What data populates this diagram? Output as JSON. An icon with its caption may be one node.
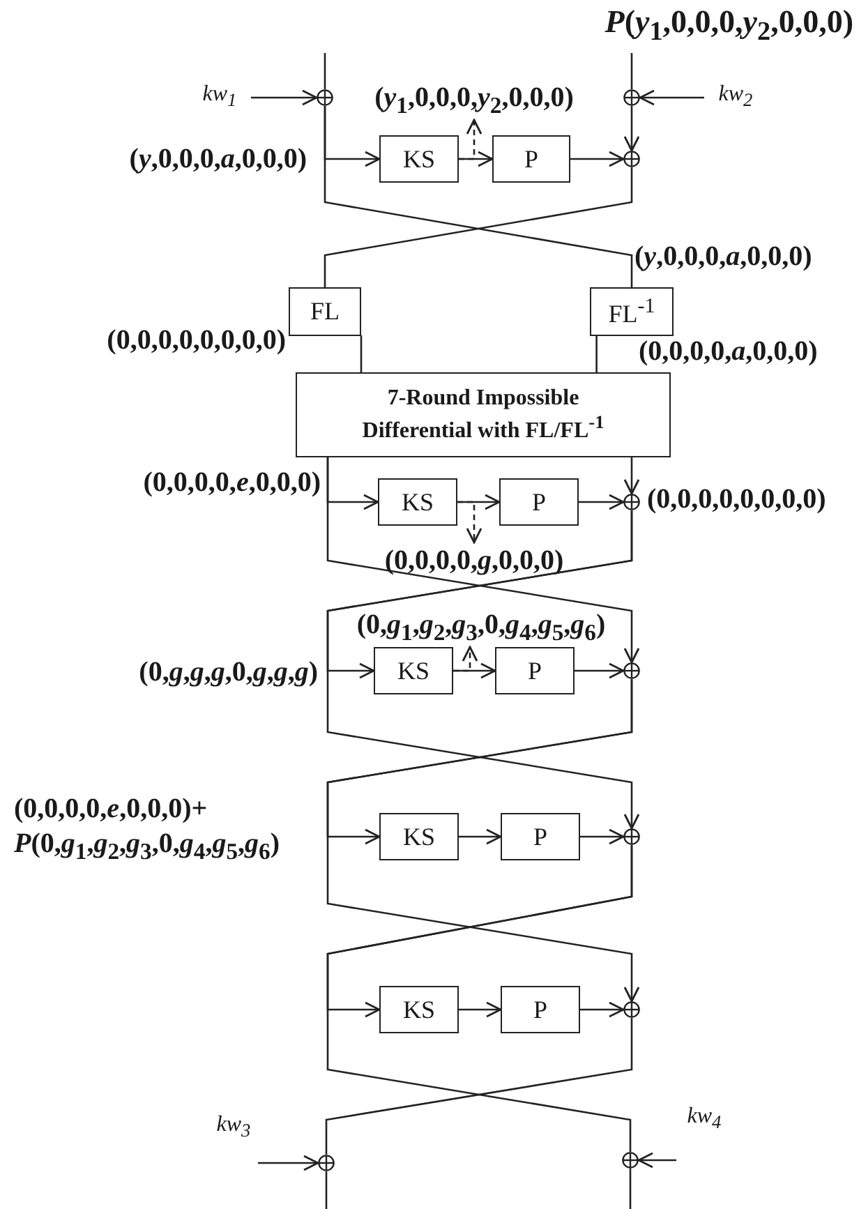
{
  "diagram": {
    "nodes": [
      {
        "text": [
          "kw$_{1}$"
        ]
      },
      {
        "text": [],
        "shape": "circle"
      },
      {
        "text": [
          "(*y*$_{1}$,0,0,0,*y*$_{2}$,0,0,0)"
        ]
      },
      {
        "text": [],
        "shape": "circle"
      },
      {
        "text": [
          "kw$_{2}$"
        ]
      },
      {
        "text": [
          "KS"
        ]
      },
      {
        "text": [
          "P"
        ]
      },
      {
        "text": [],
        "shape": "circle"
      },
      {
        "text": [
          "FL"
        ]
      },
      {
        "text": [
          "FL$^{-1}$"
        ]
      },
      {
        "text": [
          "7-Round Impossible Differential with FL/FL$^{-1}$"
        ]
      },
      {
        "text": [
          "KS"
        ]
      },
      {
        "text": [
          "P"
        ]
      },
      {
        "text": [],
        "shape": "circle"
      },
      {
        "text": [
          "(0,0,0,0,*g*,0,0,0)"
        ]
      },
      {
        "text": [
          "(0,*g*$_{1}$,*g*$_{2}$,*g*$_{3}$,0,*g*$_{4}$,*g*$_{5}$,*g*$_{6}$)"
        ]
      },
      {
        "text": [
          "KS"
        ]
      },
      {
        "text": [
          "P"
        ]
      },
      {
        "text": [],
        "shape": "circle"
      },
      {
        "text": [
          "KS"
        ]
      },
      {
        "text": [
          "P"
        ]
      },
      {
        "text": [],
        "shape": "circle"
      },
      {
        "text": [
          "KS"
        ]
      },
      {
        "text": [
          "P"
        ]
      },
      {
        "text": [],
        "shape": "circle"
      },
      {
        "text": [
          "kw$_{3}$"
        ]
      },
      {
        "text": [],
        "shape": "circle"
      },
      {
        "text": [
          "kw$_{4}$"
        ]
      },
      {
        "text": [],
        "shape": "circle"
      }
    ],
    "edges": [
      {
        "from": null,
        "to": 1,
        "arrow": "none"
      },
      {
        "from": 0,
        "to": 1,
        "arrow": "to"
      },
      {
        "from": null,
        "to": 3,
        "arrow": "none"
      },
      {
        "from": 4,
        "to": 3,
        "arrow": "to"
      },
      {
        "from": 3,
        "to": 7,
        "arrow": "to"
      },
      {
        "from": 1,
        "to": 5,
        "arrow": "to"
      },
      {
        "from": 5,
        "to": 6,
        "arrow": "to"
      },
      {
        "from": 5,
        "to": 2,
        "arrow": "to",
        "style": "dashed"
      },
      {
        "from": 6,
        "to": 7,
        "arrow": "to"
      },
      {
        "from": 1,
        "to": 9,
        "arrow": "none"
      },
      {
        "from": 7,
        "to": 8,
        "arrow": "none"
      },
      {
        "from": 8,
        "to": 10,
        "arrow": "none"
      },
      {
        "from": 9,
        "to": 10,
        "arrow": "none"
      },
      {
        "from": 10,
        "to": 11,
        "arrow": "to"
      },
      {
        "from": 10,
        "to": 13,
        "arrow": "to"
      },
      {
        "from": 11,
        "to": 12,
        "arrow": "to"
      },
      {
        "from": 11,
        "to": 14,
        "arrow": "to",
        "style": "dashed"
      },
      {
        "from": 12,
        "to": 13,
        "arrow": "to"
      },
      {
        "from": 10,
        "to": 18,
        "arrow": "to"
      },
      {
        "from": 13,
        "to": 16,
        "arrow": "to"
      },
      {
        "from": 16,
        "to": 15,
        "arrow": "to",
        "style": "dashed"
      },
      {
        "from": 16,
        "to": 17,
        "arrow": "to"
      },
      {
        "from": 17,
        "to": 18,
        "arrow": "to"
      },
      {
        "from": 13,
        "to": 21,
        "arrow": "to"
      },
      {
        "from": 18,
        "to": 19,
        "arrow": "to"
      },
      {
        "from": 19,
        "to": 20,
        "arrow": "to"
      },
      {
        "from": 20,
        "to": 21,
        "arrow": "to"
      },
      {
        "from": 18,
        "to": 24,
        "arrow": "to"
      },
      {
        "from": 21,
        "to": 22,
        "arrow": "to"
      },
      {
        "from": 22,
        "to": 23,
        "arrow": "to"
      },
      {
        "from": 23,
        "to": 24,
        "arrow": "to"
      },
      {
        "from": 21,
        "to": 28,
        "arrow": "none"
      },
      {
        "from": 24,
        "to": 26,
        "arrow": "none"
      },
      {
        "from": 25,
        "to": 26,
        "arrow": "to"
      },
      {
        "from": 27,
        "to": 28,
        "arrow": "to"
      },
      {
        "from": 26,
        "to": null,
        "arrow": "none"
      },
      {
        "from": 28,
        "to": null,
        "arrow": "none"
      }
    ],
    "labels": [
      "*P*(*y*$_{1}$,0,0,0,*y*$_{2}$,0,0,0)",
      "(*y*,0,0,0,*a*,0,0,0)",
      "(*y*,0,0,0,*a*,0,0,0)",
      "(0,0,0,0,0,0,0,0)",
      "(0,0,0,0,*a*,0,0,0)",
      "(0,0,0,0,*e*,0,0,0)",
      "(0,0,0,0,0,0,0,0)",
      "(0,*g*,*g*,*g*,0,*g*,*g*,*g*)",
      "(0,0,0,0,*e*,0,0,0)+ *P*(0,*g*$_{1}$,*g*$_{2}$,*g*$_{3}$,0,*g*$_{4}$,*g*$_{5}$,*g*$_{6}$)"
    ]
  }
}
